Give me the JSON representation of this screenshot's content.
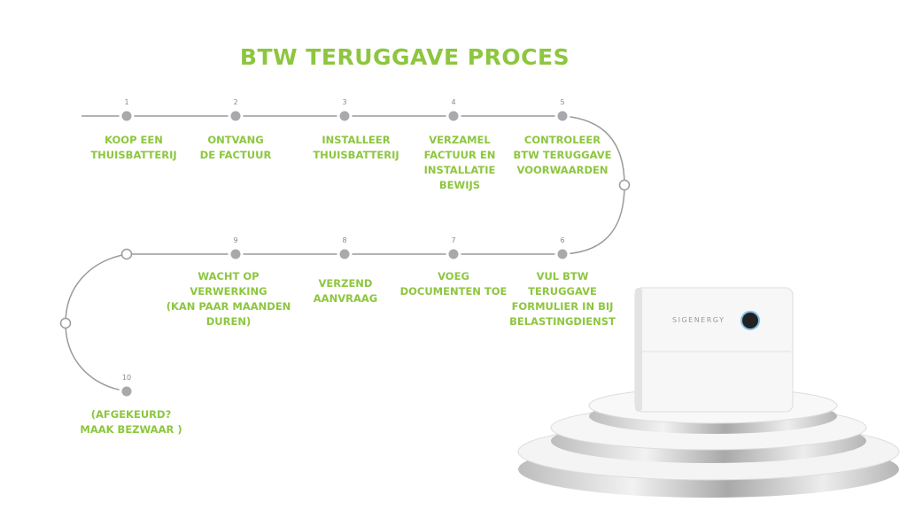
{
  "title": "BTW TERUGGAVE PROCES",
  "colors": {
    "accent": "#8dc63f",
    "line": "#9a9a9a",
    "node": "#a7a9ac"
  },
  "steps": [
    {
      "number": "1",
      "lines": [
        "KOOP EEN",
        "THUISBATTERIJ"
      ]
    },
    {
      "number": "2",
      "lines": [
        "ONTVANG",
        "DE FACTUUR"
      ]
    },
    {
      "number": "3",
      "lines": [
        "INSTALLEER",
        "THUISBATTERIJ"
      ]
    },
    {
      "number": "4",
      "lines": [
        "VERZAMEL",
        "FACTUUR EN",
        "INSTALLATIE",
        "BEWIJS"
      ]
    },
    {
      "number": "5",
      "lines": [
        "CONTROLEER",
        "BTW TERUGGAVE",
        "VOORWAARDEN"
      ]
    },
    {
      "number": "6",
      "lines": [
        "VUL BTW",
        "TERUGGAVE",
        "FORMULIER IN BIJ",
        "BELASTINGDIENST"
      ]
    },
    {
      "number": "7",
      "lines": [
        "VOEG",
        "DOCUMENTEN TOE"
      ]
    },
    {
      "number": "8",
      "lines": [
        "VERZEND",
        "AANVRAAG"
      ]
    },
    {
      "number": "9",
      "lines": [
        "WACHT OP",
        "VERWERKING",
        "(KAN PAAR MAANDEN",
        "DUREN)"
      ]
    },
    {
      "number": "10",
      "lines": [
        "(AFGEKEURD?",
        "MAAK BEZWAAR )"
      ]
    }
  ],
  "product": {
    "brand_logo": "sigenergy"
  }
}
